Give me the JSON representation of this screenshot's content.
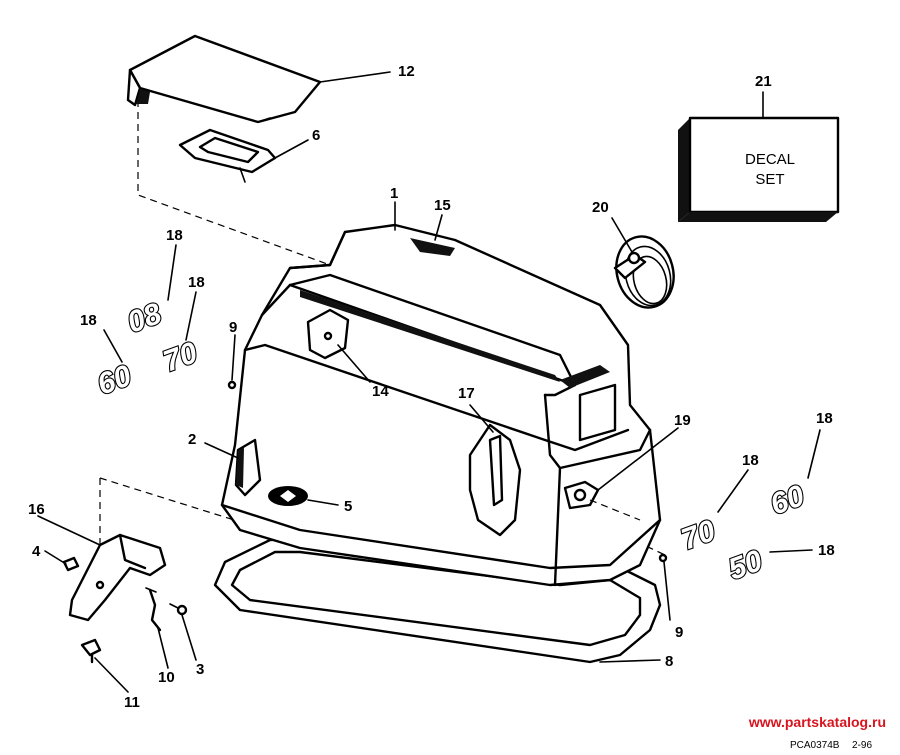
{
  "callouts": {
    "c1": "1",
    "c2": "2",
    "c3": "3",
    "c4": "4",
    "c5": "5",
    "c6": "6",
    "c8": "8",
    "c9a": "9",
    "c9b": "9",
    "c10": "10",
    "c11": "11",
    "c12": "12",
    "c14": "14",
    "c15": "15",
    "c16": "16",
    "c17": "17",
    "c18a": "18",
    "c18b": "18",
    "c18c": "18",
    "c18d": "18",
    "c18e": "18",
    "c18f": "18",
    "c19": "19",
    "c20": "20",
    "c21": "21"
  },
  "decal_box": {
    "line1": "DECAL",
    "line2": "SET"
  },
  "badges": {
    "b_top_left": "08",
    "b_mid_left": "70",
    "b_low_left": "60",
    "b_right_70": "70",
    "b_right_60": "60",
    "b_right_50": "50"
  },
  "footer": {
    "watermark": "www.partskatalog.ru",
    "code": "PCA0374B",
    "date": "2-96"
  }
}
